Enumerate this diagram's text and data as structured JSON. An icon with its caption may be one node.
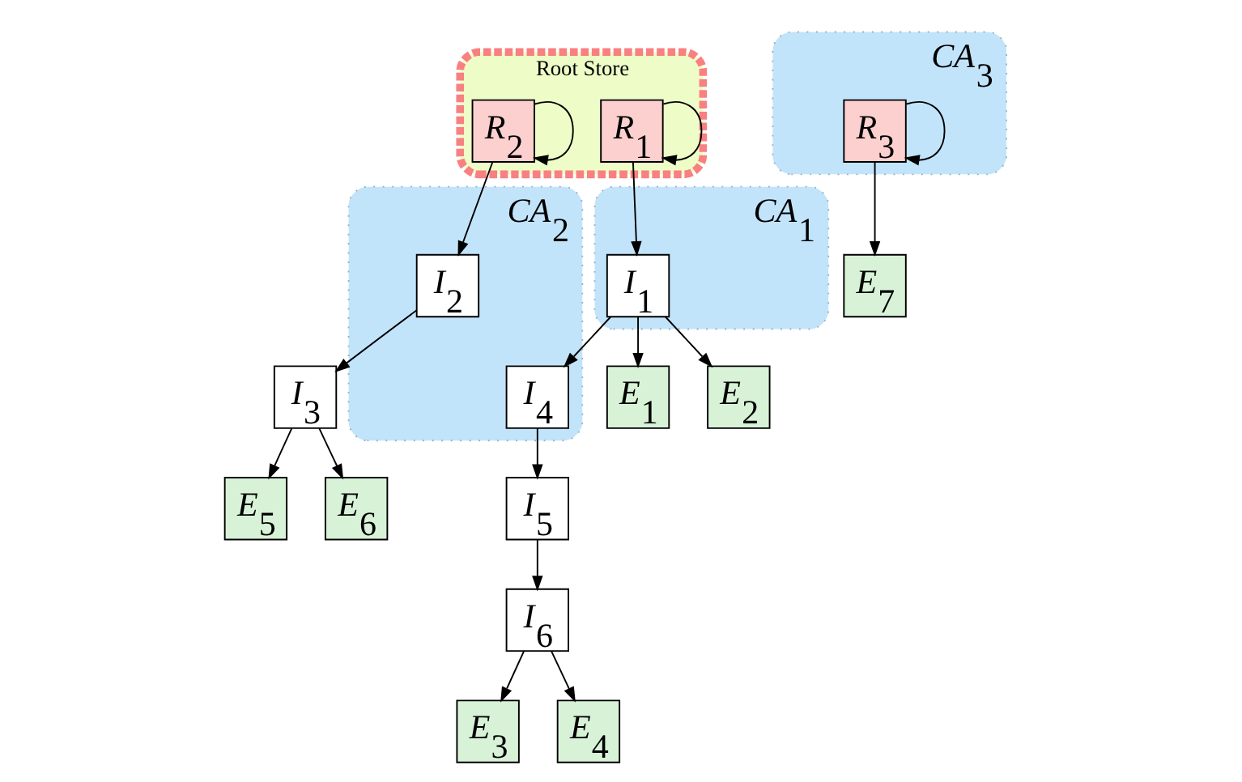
{
  "diagram": {
    "nodes": [
      {
        "text": [
          "*CA*$_{1}$"
        ]
      },
      {
        "text": [
          "Root Store"
        ]
      },
      {
        "text": [
          "*R*$_{1}$"
        ],
        "in": 1
      },
      {
        "text": [
          "*R*$_{2}$"
        ],
        "in": 1
      },
      {
        "text": [
          "*CA*$_{2}$"
        ]
      },
      {
        "text": [
          "*I*$_{1}$"
        ],
        "in": 0
      },
      {
        "text": [
          "*I*$_{4}$"
        ],
        "in": 4
      },
      {
        "text": [
          "*I*$_{2}$"
        ],
        "in": 4
      },
      {
        "text": [
          "*CA*$_{3}$"
        ]
      },
      {
        "text": [
          "*R*$_{3}$"
        ],
        "in": 8
      },
      {
        "text": [
          "*E*$_{7}$"
        ]
      },
      {
        "text": [
          "*E*$_{1}$"
        ]
      },
      {
        "text": [
          "*E*$_{2}$"
        ]
      },
      {
        "text": [
          "*I*$_{5}$"
        ]
      },
      {
        "text": [
          "*I*$_{3}$"
        ]
      },
      {
        "text": [
          "*I*$_{6}$"
        ]
      },
      {
        "text": [
          "*E*$_{5}$"
        ]
      },
      {
        "text": [
          "*E*$_{6}$"
        ]
      },
      {
        "text": [
          "*E*$_{3}$"
        ]
      },
      {
        "text": [
          "*E*$_{4}$"
        ]
      }
    ],
    "edges": [
      {
        "from": 2,
        "to": 2,
        "arrow": "to"
      },
      {
        "from": 3,
        "to": 3,
        "arrow": "to"
      },
      {
        "from": 9,
        "to": 9,
        "arrow": "to"
      },
      {
        "from": 2,
        "to": 5,
        "arrow": "to"
      },
      {
        "from": 3,
        "to": 7,
        "arrow": "to"
      },
      {
        "from": 5,
        "to": 6,
        "arrow": "to"
      },
      {
        "from": 5,
        "to": 11,
        "arrow": "to"
      },
      {
        "from": 5,
        "to": 12,
        "arrow": "to"
      },
      {
        "from": 6,
        "to": 13,
        "arrow": "to"
      },
      {
        "from": 13,
        "to": 15,
        "arrow": "to"
      },
      {
        "from": 15,
        "to": 18,
        "arrow": "to"
      },
      {
        "from": 15,
        "to": 19,
        "arrow": "to"
      },
      {
        "from": 7,
        "to": 14,
        "arrow": "to"
      },
      {
        "from": 14,
        "to": 16,
        "arrow": "to"
      },
      {
        "from": 14,
        "to": 17,
        "arrow": "to"
      },
      {
        "from": 9,
        "to": 10,
        "arrow": "to"
      }
    ]
  }
}
